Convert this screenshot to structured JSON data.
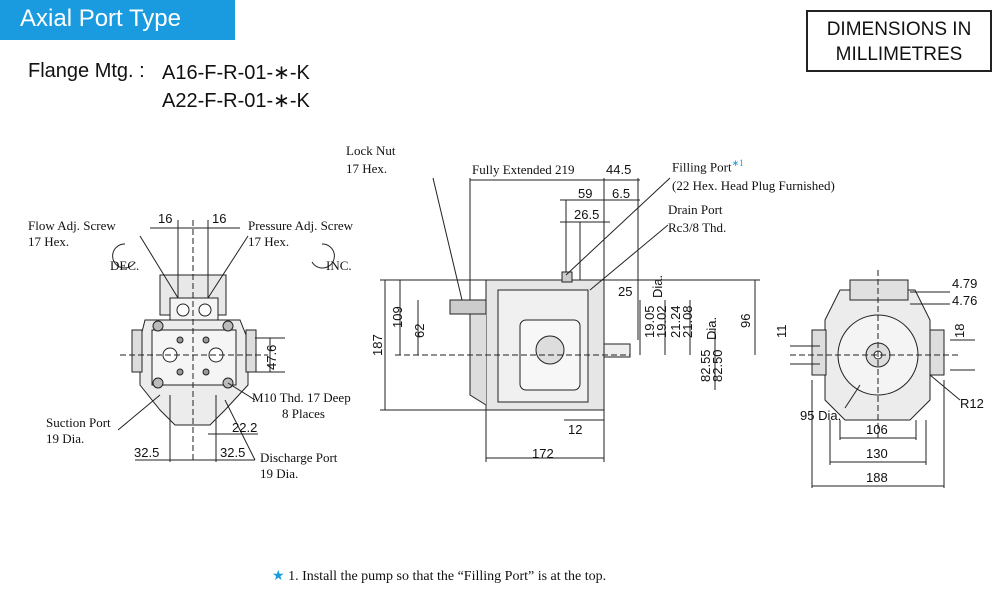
{
  "header": {
    "title": "Axial Port Type",
    "units_box": [
      "DIMENSIONS IN",
      "MILLIMETRES"
    ],
    "flange_label": "Flange Mtg. :",
    "flange_models": [
      "A16-F-R-01-∗-K",
      "A22-F-R-01-∗-K"
    ]
  },
  "front_view": {
    "flow_adj": [
      "Flow Adj. Screw",
      "17 Hex."
    ],
    "dec": "DEC.",
    "pressure_adj": [
      "Pressure Adj. Screw",
      "17 Hex."
    ],
    "inc": "INC.",
    "dim_16a": "16",
    "dim_16b": "16",
    "dim_47_6": "47.6",
    "m10": [
      "M10 Thd. 17 Deep",
      "8 Places"
    ],
    "dim_22_2": "22.2",
    "suction": [
      "Suction Port",
      "19 Dia."
    ],
    "dim_32_5a": "32.5",
    "dim_32_5b": "32.5",
    "discharge": [
      "Discharge Port",
      "19 Dia."
    ]
  },
  "side_view": {
    "lock_nut": [
      "Lock Nut",
      "17 Hex."
    ],
    "fully_extended": "Fully Extended 219",
    "dim_44_5": "44.5",
    "filling_port": "Filling Port",
    "filling_note_mark": "∗1",
    "filling_sub": "(22 Hex. Head Plug Furnished)",
    "dim_59": "59",
    "dim_6_5": "6.5",
    "dim_26_5": "26.5",
    "drain_port": [
      "Drain Port",
      "Rc3/8 Thd."
    ],
    "dim_25": "25",
    "dim_187": "187",
    "dim_109": "109",
    "dim_62": "62",
    "dim_19_05": "19.05",
    "dim_19_02": "19.02",
    "dia": "Dia.",
    "dim_21_24": "21.24",
    "dim_21_08": "21.08",
    "dim_82_55": "82.55",
    "dim_82_50": "82.50",
    "dia2": "Dia.",
    "dim_96": "96",
    "dim_12": "12",
    "dim_172": "172"
  },
  "end_view": {
    "dim_4_79": "4.79",
    "dim_4_76": "4.76",
    "dim_11": "11",
    "dim_18": "18",
    "dim_95": "95 Dia.",
    "dim_r12": "R12",
    "dim_106": "106",
    "dim_130": "130",
    "dim_188": "188"
  },
  "footnote": {
    "star": "★",
    "text": "1. Install the pump so that the “Filling Port” is at the top."
  }
}
